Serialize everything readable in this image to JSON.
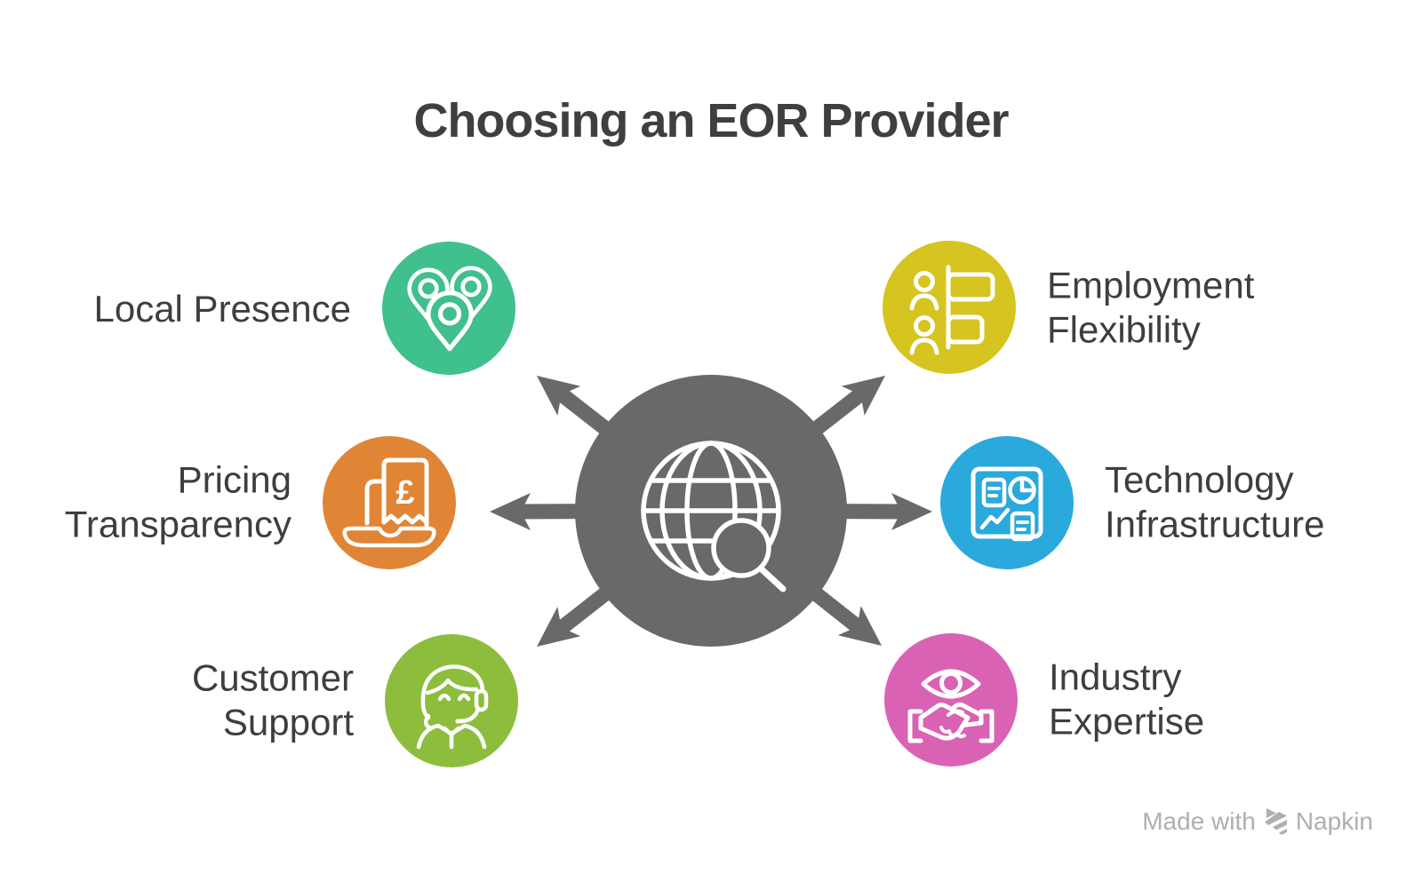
{
  "title": "Choosing an EOR Provider",
  "hub": {
    "icon": "globe-search-icon"
  },
  "items": [
    {
      "id": "local-presence",
      "lines": [
        "Local Presence"
      ],
      "color": "#3FC08D",
      "icon": "map-pins-icon"
    },
    {
      "id": "pricing-transparency",
      "lines": [
        "Pricing",
        "Transparency"
      ],
      "color": "#E08536",
      "icon": "laptop-receipt-icon",
      "glyph": "£"
    },
    {
      "id": "customer-support",
      "lines": [
        "Customer",
        "Support"
      ],
      "color": "#8DBD3D",
      "icon": "support-agent-icon"
    },
    {
      "id": "employment-flexibility",
      "lines": [
        "Employment",
        "Flexibility"
      ],
      "color": "#D6C420",
      "icon": "people-options-icon"
    },
    {
      "id": "technology-infrastructure",
      "lines": [
        "Technology",
        "Infrastructure"
      ],
      "color": "#2AA9DC",
      "icon": "dashboard-icon"
    },
    {
      "id": "industry-expertise",
      "lines": [
        "Industry",
        "Expertise"
      ],
      "color": "#DA62B4",
      "icon": "eye-handshake-icon"
    }
  ],
  "watermark": {
    "prefix": "Made with",
    "brand": "Napkin"
  },
  "colors": {
    "background": "#FFFFFF",
    "title_text": "#3F3F3F",
    "label_text": "#3E3E3E",
    "hub": "#696969",
    "watermark_text": "#B1AEB1"
  }
}
